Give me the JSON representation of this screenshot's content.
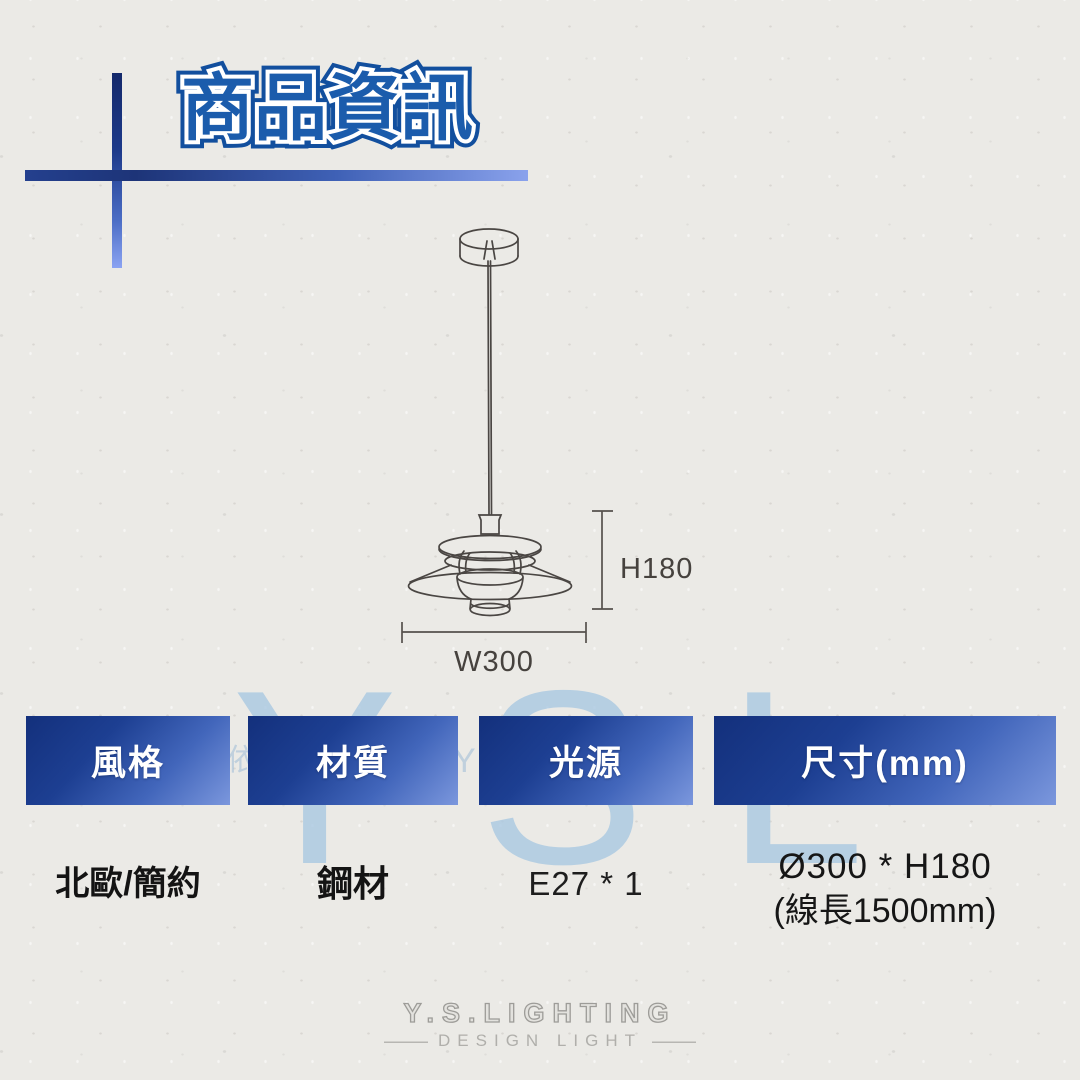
{
  "header": {
    "title": "商品資訊"
  },
  "watermark": {
    "large": "YSL",
    "faint_left": "依",
    "faint_right": "Y"
  },
  "drawing": {
    "height_label": "H180",
    "width_label": "W300"
  },
  "specs": {
    "columns": [
      {
        "header": "風格",
        "value": "北歐/簡約"
      },
      {
        "header": "材質",
        "value": "鋼材"
      },
      {
        "header": "光源",
        "value": "E27 * 1"
      },
      {
        "header": "尺寸(mm)",
        "value": "Ø300 * H180",
        "note": "(線長1500mm)"
      }
    ]
  },
  "footer": {
    "brand": "Y.S.LIGHTING",
    "tagline": "DESIGN LIGHT",
    "dash": "——"
  },
  "colors": {
    "box_gradient_start": "#13307c",
    "box_gradient_end": "#7b97dd",
    "title_fill": "#1b5cac",
    "title_outline": "#124f9e",
    "watermark_blue": "#aac9e2",
    "accent_bar_dark": "#14296b",
    "accent_bar_light": "#8ba3f2",
    "line_art": "#4a4643"
  }
}
